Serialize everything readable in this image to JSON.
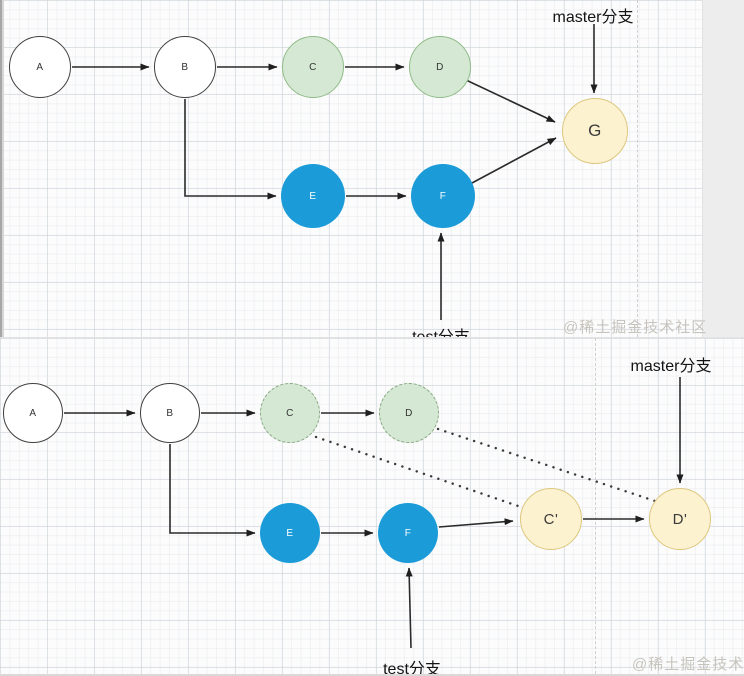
{
  "watermark_text": "@稀土掘金技术社区",
  "colors": {
    "node_green_fill": "#d5e8d4",
    "node_green_stroke": "#8fbb87",
    "node_blue_fill": "#1b9bd8",
    "node_yellow_fill": "#fdf2cf",
    "node_yellow_stroke": "#ddc77f",
    "edge": "#2b2b2b",
    "grid": "#dde1e4"
  },
  "merge_diagram": {
    "master_branch_label": "master分支",
    "test_branch_label": "test分支",
    "watermark": "@稀土掘金技术社区",
    "nodes": {
      "a": "A",
      "b": "B",
      "c": "C",
      "d": "D",
      "e": "E",
      "f": "F",
      "g": "G"
    }
  },
  "rebase_diagram": {
    "master_branch_label": "master分支",
    "test_branch_label": "test分支",
    "watermark": "@稀土掘金技术社区",
    "nodes": {
      "a": "A",
      "b": "B",
      "c": "C",
      "d": "D",
      "e": "E",
      "f": "F",
      "c_prime": "C'",
      "d_prime": "D'"
    }
  }
}
